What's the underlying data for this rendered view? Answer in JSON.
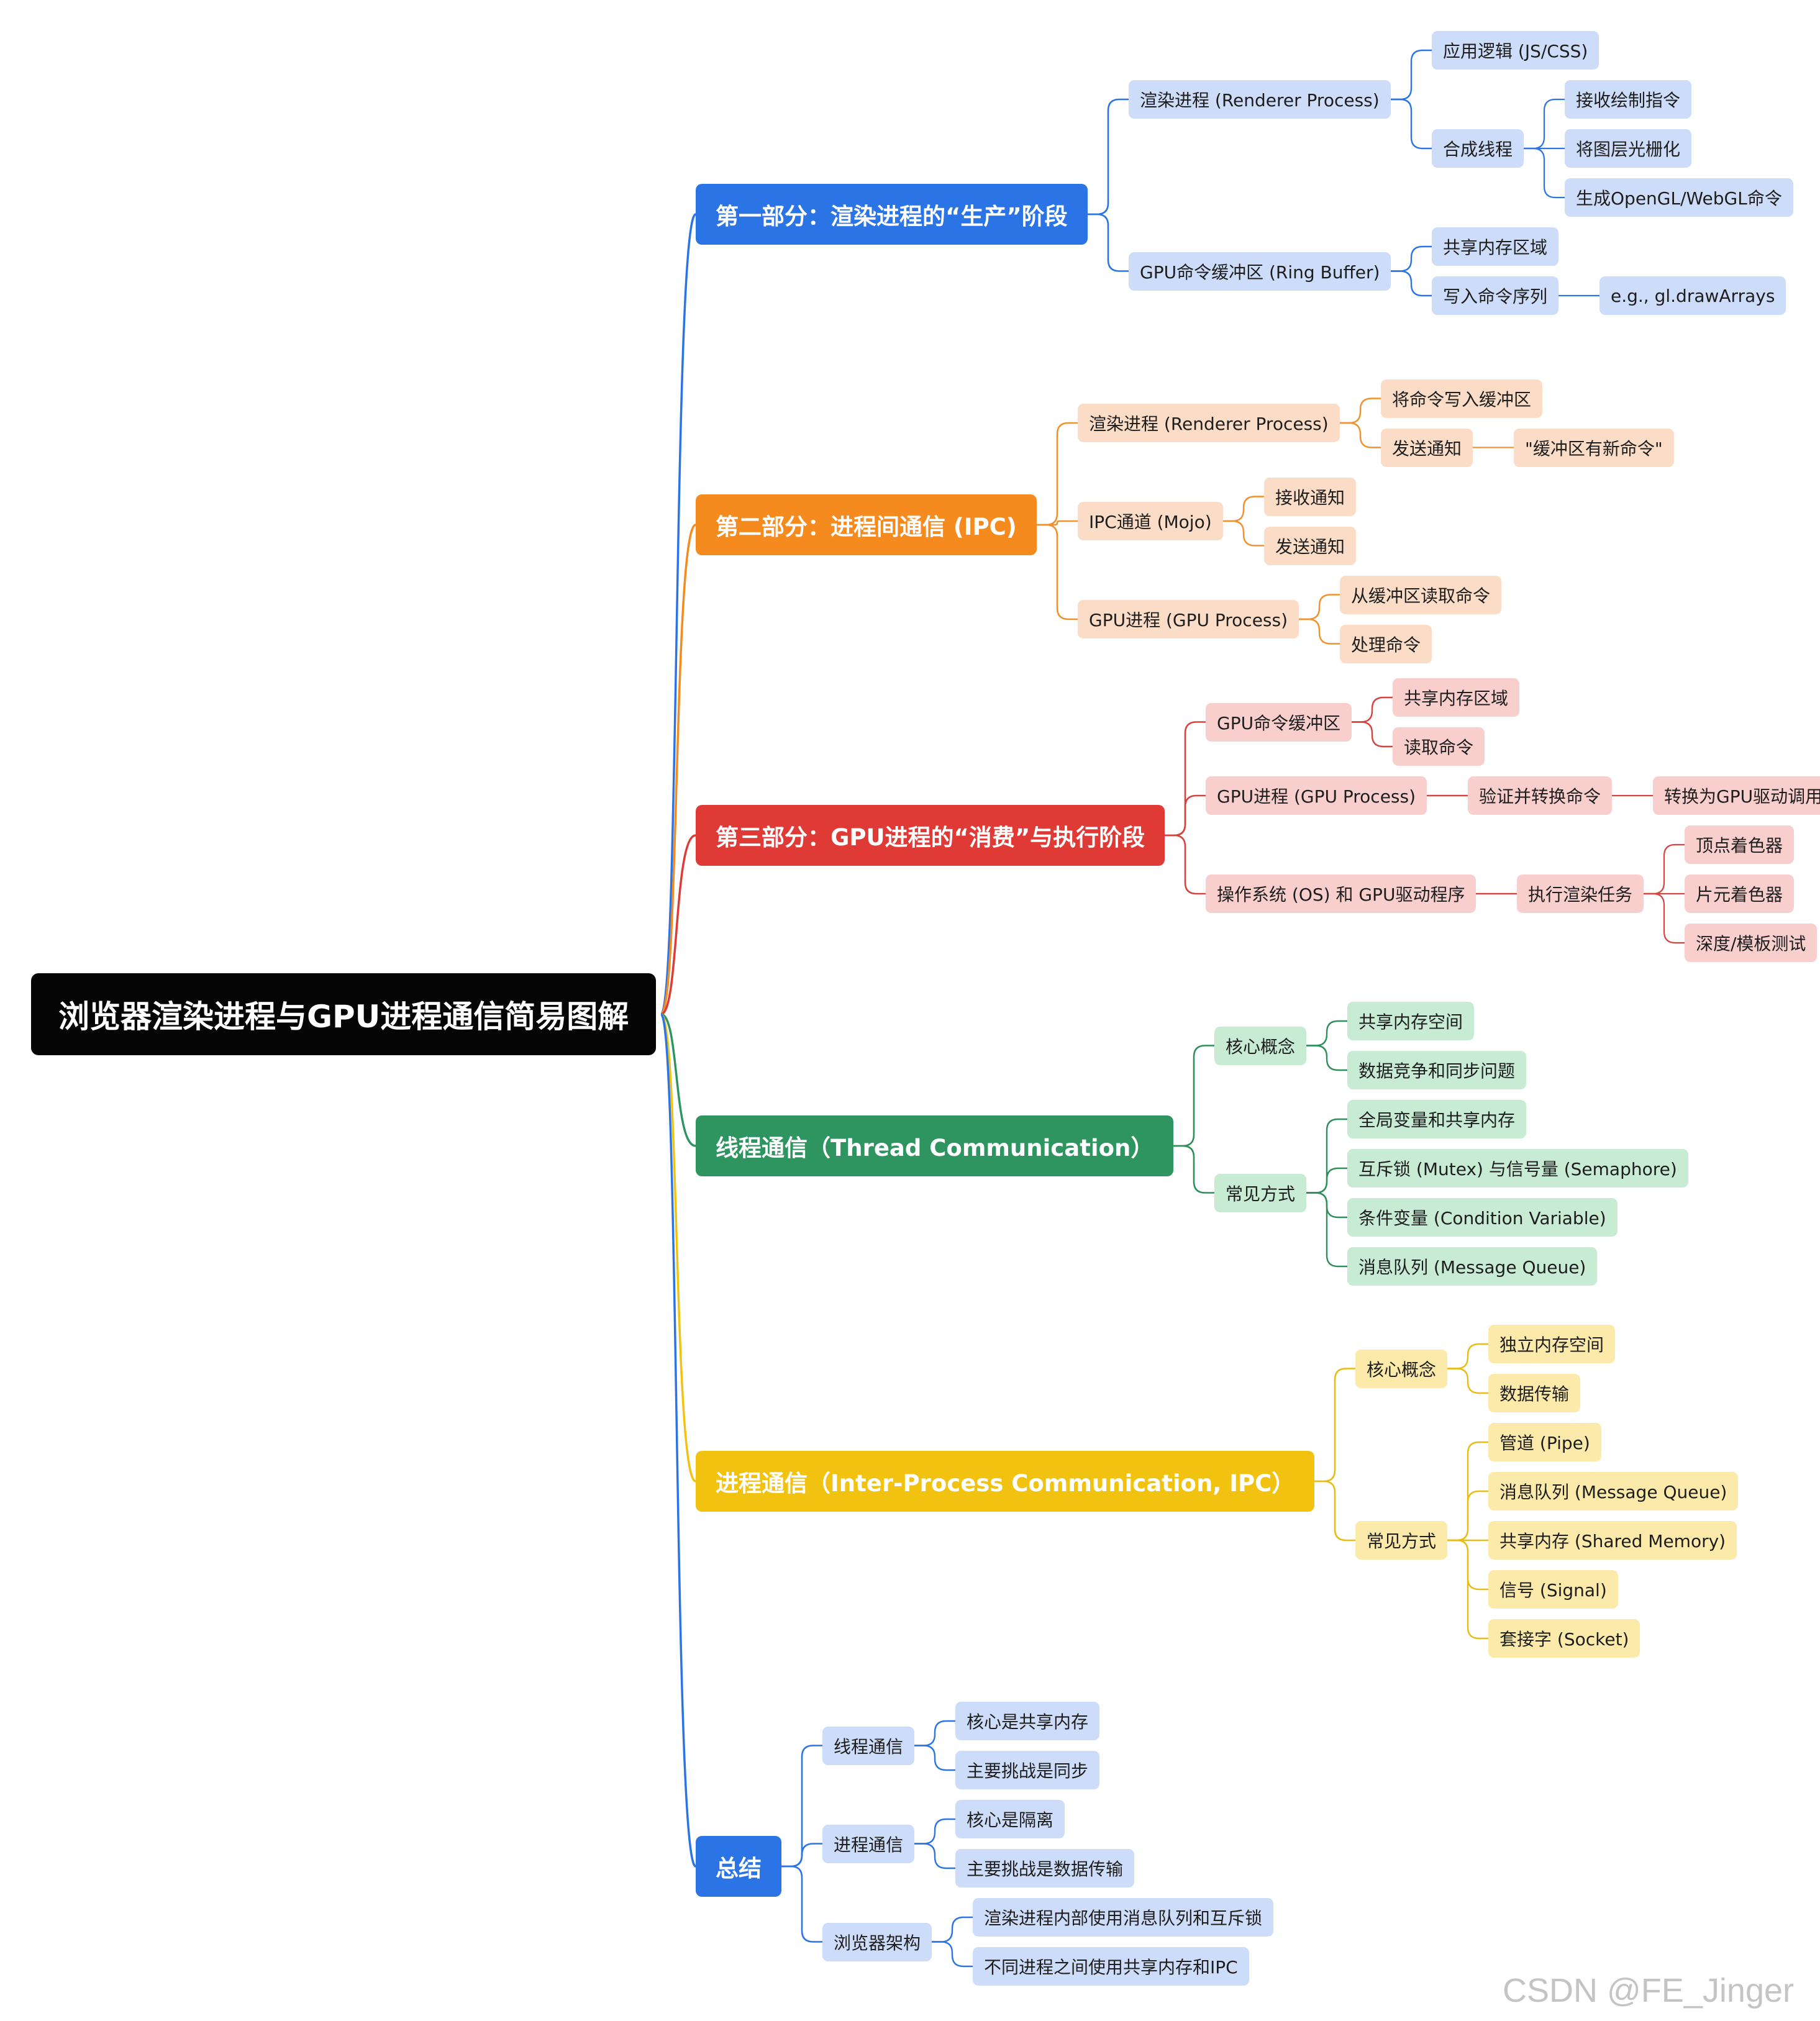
{
  "colors": {
    "blue": {
      "main": "#2b74e6",
      "light": "#cddcf8",
      "line": "#2b74e6",
      "text": "#1d1d1d"
    },
    "orange": {
      "main": "#f58a1f",
      "light": "#fbdcc6",
      "line": "#f0912f",
      "text": "#1d1d1d"
    },
    "red": {
      "main": "#e03a36",
      "light": "#f8cfcd",
      "line": "#d7423f",
      "text": "#1d1d1d"
    },
    "green": {
      "main": "#2e9460",
      "light": "#c8ebd4",
      "line": "#2f8f5c",
      "text": "#1d1d1d"
    },
    "yellow": {
      "main": "#f2c211",
      "light": "#fbeaa9",
      "line": "#e9bc15",
      "text": "#1d1d1d"
    }
  },
  "root": {
    "label": "浏览器渲染进程与GPU进程通信简易图解"
  },
  "branches": [
    {
      "label": "第一部分：渲染进程的“生产”阶段",
      "color": "blue",
      "children": [
        {
          "label": "渲染进程 (Renderer Process)",
          "children": [
            {
              "label": "应用逻辑 (JS/CSS)"
            },
            {
              "label": "合成线程",
              "children": [
                {
                  "label": "接收绘制指令"
                },
                {
                  "label": "将图层光栅化"
                },
                {
                  "label": "生成OpenGL/WebGL命令"
                }
              ]
            }
          ]
        },
        {
          "label": "GPU命令缓冲区 (Ring Buffer)",
          "children": [
            {
              "label": "共享内存区域"
            },
            {
              "label": "写入命令序列",
              "children": [
                {
                  "label": "e.g., gl.drawArrays"
                }
              ]
            }
          ]
        }
      ]
    },
    {
      "label": "第二部分：进程间通信 (IPC)",
      "color": "orange",
      "children": [
        {
          "label": "渲染进程 (Renderer Process)",
          "children": [
            {
              "label": "将命令写入缓冲区"
            },
            {
              "label": "发送通知",
              "children": [
                {
                  "label": "\"缓冲区有新命令\""
                }
              ]
            }
          ]
        },
        {
          "label": "IPC通道 (Mojo)",
          "children": [
            {
              "label": "接收通知"
            },
            {
              "label": "发送通知"
            }
          ]
        },
        {
          "label": "GPU进程 (GPU Process)",
          "children": [
            {
              "label": "从缓冲区读取命令"
            },
            {
              "label": "处理命令"
            }
          ]
        }
      ]
    },
    {
      "label": "第三部分：GPU进程的“消费”与执行阶段",
      "color": "red",
      "children": [
        {
          "label": "GPU命令缓冲区",
          "children": [
            {
              "label": "共享内存区域"
            },
            {
              "label": "读取命令"
            }
          ]
        },
        {
          "label": "GPU进程 (GPU Process)",
          "children": [
            {
              "label": "验证并转换命令",
              "children": [
                {
                  "label": "转换为GPU驱动调用"
                }
              ]
            }
          ]
        },
        {
          "label": "操作系统 (OS) 和 GPU驱动程序",
          "children": [
            {
              "label": "执行渲染任务",
              "children": [
                {
                  "label": "顶点着色器"
                },
                {
                  "label": "片元着色器"
                },
                {
                  "label": "深度/模板测试"
                }
              ]
            }
          ]
        }
      ]
    },
    {
      "label": "线程通信（Thread Communication）",
      "color": "green",
      "children": [
        {
          "label": "核心概念",
          "children": [
            {
              "label": "共享内存空间"
            },
            {
              "label": "数据竞争和同步问题"
            }
          ]
        },
        {
          "label": "常见方式",
          "children": [
            {
              "label": "全局变量和共享内存"
            },
            {
              "label": "互斥锁 (Mutex) 与信号量 (Semaphore)"
            },
            {
              "label": "条件变量 (Condition Variable)"
            },
            {
              "label": "消息队列 (Message Queue)"
            }
          ]
        }
      ]
    },
    {
      "label": "进程通信（Inter-Process Communication, IPC）",
      "color": "yellow",
      "children": [
        {
          "label": "核心概念",
          "children": [
            {
              "label": "独立内存空间"
            },
            {
              "label": "数据传输"
            }
          ]
        },
        {
          "label": "常见方式",
          "children": [
            {
              "label": "管道 (Pipe)"
            },
            {
              "label": "消息队列 (Message Queue)"
            },
            {
              "label": "共享内存 (Shared Memory)"
            },
            {
              "label": "信号 (Signal)"
            },
            {
              "label": "套接字 (Socket)"
            }
          ]
        }
      ]
    },
    {
      "label": "总结",
      "color": "blue",
      "children": [
        {
          "label": "线程通信",
          "children": [
            {
              "label": "核心是共享内存"
            },
            {
              "label": "主要挑战是同步"
            }
          ]
        },
        {
          "label": "进程通信",
          "children": [
            {
              "label": "核心是隔离"
            },
            {
              "label": "主要挑战是数据传输"
            }
          ]
        },
        {
          "label": "浏览器架构",
          "children": [
            {
              "label": "渲染进程内部使用消息队列和互斥锁"
            },
            {
              "label": "不同进程之间使用共享内存和IPC"
            }
          ]
        }
      ]
    }
  ],
  "watermark": "CSDN @FE_Jinger"
}
